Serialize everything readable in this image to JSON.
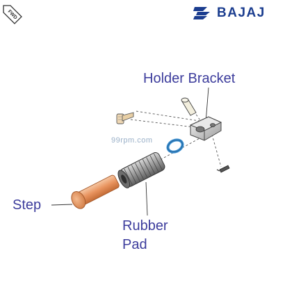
{
  "brand": {
    "wordmark": "BAJAJ",
    "logo_icon": "bajaj-hexagon-logo-icon",
    "color": "#1b3d8f"
  },
  "orientation": {
    "label": "FWD",
    "icon": "forward-direction-arrow-icon"
  },
  "watermark": {
    "text": "99rpm.com"
  },
  "labels": {
    "holder_bracket": "Holder Bracket",
    "step": "Step",
    "rubber_pad": "Rubber Pad"
  },
  "colors": {
    "label": "#3c3c9c",
    "step_orange": "#e8935e",
    "washer_blue": "#3a8ed0",
    "pad_gray": "#9a9a9a"
  }
}
